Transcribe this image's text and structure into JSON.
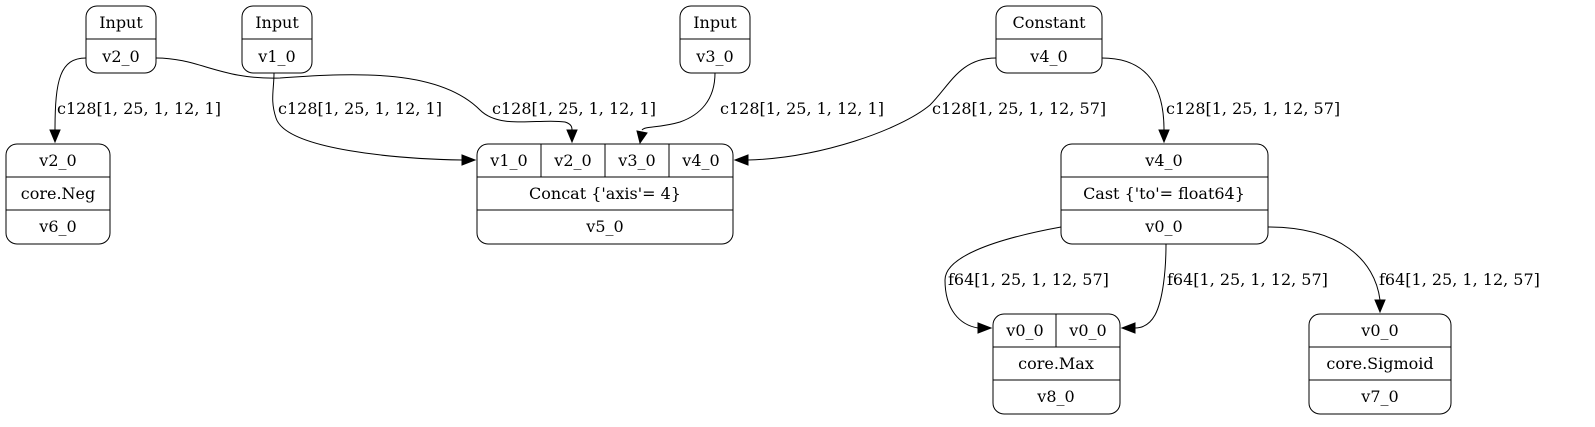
{
  "colors": {
    "input_fill": "#98f5ff",
    "constant_fill": "#ffb6c1",
    "op_fill": "#ffffff",
    "stroke": "#000000"
  },
  "nodes": {
    "input_v2": {
      "title": "Input",
      "value": "v2_0"
    },
    "input_v1": {
      "title": "Input",
      "value": "v1_0"
    },
    "input_v3": {
      "title": "Input",
      "value": "v3_0"
    },
    "constant_v4": {
      "title": "Constant",
      "value": "v4_0"
    },
    "neg": {
      "inputs": [
        "v2_0"
      ],
      "op": "core.Neg",
      "output": "v6_0"
    },
    "concat": {
      "inputs": [
        "v1_0",
        "v2_0",
        "v3_0",
        "v4_0"
      ],
      "op": "Concat {'axis'= 4}",
      "output": "v5_0"
    },
    "cast": {
      "inputs": [
        "v4_0"
      ],
      "op": "Cast {'to'= float64}",
      "output": "v0_0"
    },
    "max": {
      "inputs": [
        "v0_0",
        "v0_0"
      ],
      "op": "core.Max",
      "output": "v8_0"
    },
    "sigmoid": {
      "inputs": [
        "v0_0"
      ],
      "op": "core.Sigmoid",
      "output": "v7_0"
    }
  },
  "edges": {
    "v2_to_neg": "c128[1, 25, 1, 12, 1]",
    "v1_to_concat": "c128[1, 25, 1, 12, 1]",
    "v2_to_concat": "c128[1, 25, 1, 12, 1]",
    "v3_to_concat": "c128[1, 25, 1, 12, 1]",
    "v4_to_concat": "c128[1, 25, 1, 12, 57]",
    "v4_to_cast": "c128[1, 25, 1, 12, 57]",
    "cast_to_max_a": "f64[1, 25, 1, 12, 57]",
    "cast_to_max_b": "f64[1, 25, 1, 12, 57]",
    "cast_to_sigmoid": "f64[1, 25, 1, 12, 57]"
  }
}
